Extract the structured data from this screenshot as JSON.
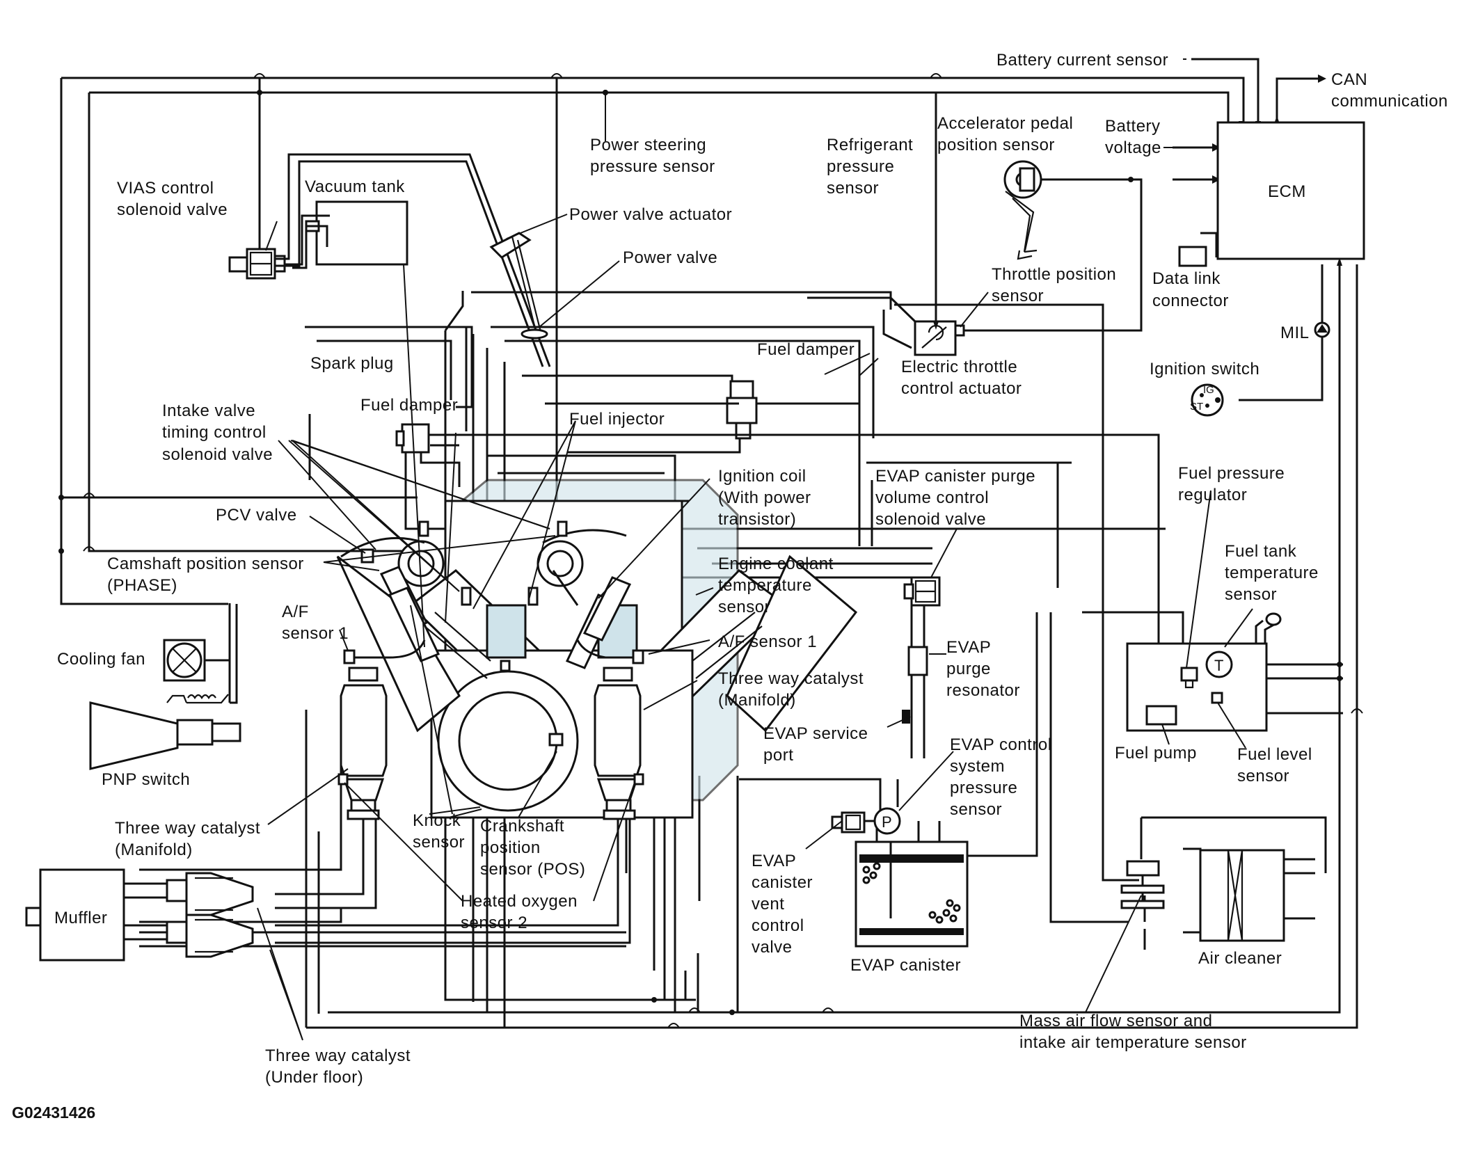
{
  "diagram": {
    "labels": {
      "battery_current_sensor": "Battery current sensor",
      "can_1": "CAN",
      "can_2": "communication",
      "ecm": "ECM",
      "battery_1": "Battery",
      "battery_2": "voltage",
      "accel_1": "Accelerator pedal",
      "accel_2": "position sensor",
      "refrig_1": "Refrigerant",
      "refrig_2": "pressure",
      "refrig_3": "sensor",
      "ps_1": "Power steering",
      "ps_2": "pressure sensor",
      "vias_1": "VIAS control",
      "vias_2": "solenoid valve",
      "vacuum_tank": "Vacuum tank",
      "power_valve_actuator": "Power valve actuator",
      "power_valve": "Power valve",
      "tps_1": "Throttle position",
      "tps_2": "sensor",
      "dlc_1": "Data link",
      "dlc_2": "connector",
      "mil": "MIL",
      "fuel_damper_1": "Fuel damper",
      "fuel_damper_2": "Fuel damper",
      "etc_1": "Electric throttle",
      "etc_2": "control actuator",
      "ign_switch": "Ignition switch",
      "ign_ig": "IG",
      "ign_st": "ST",
      "spark_plug": "Spark plug",
      "ivtc_1": "Intake valve",
      "ivtc_2": "timing control",
      "ivtc_3": "solenoid valve",
      "fuel_injector": "Fuel injector",
      "ign_coil_1": "Ignition coil",
      "ign_coil_2": "(With power",
      "ign_coil_3": "transistor)",
      "evap_purge_1": "EVAP canister purge",
      "evap_purge_2": "volume control",
      "evap_purge_3": "solenoid valve",
      "fpr_1": "Fuel pressure",
      "fpr_2": "regulator",
      "pcv_valve": "PCV valve",
      "cmp_1": "Camshaft position sensor",
      "cmp_2": "(PHASE)",
      "ect_1": "Engine coolant",
      "ect_2": "temperature",
      "ect_3": "sensor",
      "ftt_1": "Fuel tank",
      "ftt_2": "temperature",
      "ftt_3": "sensor",
      "af_left_1": "A/F",
      "af_left_2": "sensor 1",
      "af_right": "A/F sensor 1",
      "cooling_fan": "Cooling fan",
      "twc_manifold_r_1": "Three way catalyst",
      "twc_manifold_r_2": "(Manifold)",
      "evap_res_1": "EVAP",
      "evap_res_2": "purge",
      "evap_res_3": "resonator",
      "evap_port_1": "EVAP service",
      "evap_port_2": "port",
      "fuel_pump": "Fuel pump",
      "fuel_level_1": "Fuel level",
      "fuel_level_2": "sensor",
      "pnp_switch": "PNP switch",
      "evap_cps_1": "EVAP control",
      "evap_cps_2": "system",
      "evap_cps_3": "pressure",
      "evap_cps_4": "sensor",
      "knock_1": "Knock",
      "knock_2": "sensor",
      "ckp_1": "Crankshaft",
      "ckp_2": "position",
      "ckp_3": "sensor (POS)",
      "twc_manifold_l_1": "Three way catalyst",
      "twc_manifold_l_2": "(Manifold)",
      "evap_vent_1": "EVAP",
      "evap_vent_2": "canister",
      "evap_vent_3": "vent",
      "evap_vent_4": "control",
      "evap_vent_5": "valve",
      "muffler": "Muffler",
      "ho2s_1": "Heated oxygen",
      "ho2s_2": "sensor 2",
      "evap_canister": "EVAP canister",
      "air_cleaner": "Air cleaner",
      "maf_1": "Mass air flow sensor and",
      "maf_2": "intake air temperature sensor",
      "twc_floor_1": "Three way catalyst",
      "twc_floor_2": "(Under floor)",
      "pump_p": "P",
      "tank_t": "T",
      "figure_id": "G02431426"
    }
  }
}
